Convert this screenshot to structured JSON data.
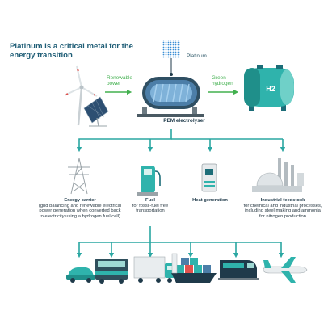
{
  "title": "Platinum is a critical metal for the energy transition",
  "flow_labels": {
    "renewable_power": "Renewable power",
    "green_hydrogen": "Green hydrogen",
    "platinum": "Platinum",
    "pem_electrolyser": "PEM electrolyser",
    "tank_label": "H2"
  },
  "uses": [
    {
      "title": "Energy carrier",
      "desc": "(grid balancing and renewable electrical power generation when converted back to electricity using a hydrogen fuel cell)"
    },
    {
      "title": "Fuel",
      "desc": "for fossil-fuel free transportation"
    },
    {
      "title": "Heat generation",
      "desc": ""
    },
    {
      "title": "Industrial feedstock",
      "desc": "for chemical and industrial processes, including steel making and ammonia for nitrogen production"
    }
  ],
  "icons": {
    "renewables": "wind-turbine-and-solar-panel",
    "electrolyser": "pem-electrolyser-tank",
    "storage": "hydrogen-storage-tank",
    "energy_carrier": "electricity-pylon",
    "fuel": "hydrogen-fuel-pump",
    "heat": "boiler-unit",
    "industry": "industrial-plant",
    "vehicles": [
      "car",
      "bus",
      "truck",
      "cargo-ship",
      "train",
      "airplane"
    ]
  },
  "colors": {
    "title": "#1d5c75",
    "arrow": "#2aa7a2",
    "flow_arrow": "#42b04f",
    "teal": "#2fb3ac",
    "dark_teal": "#1c6d78",
    "blue_dots": "#3a8fd6"
  }
}
